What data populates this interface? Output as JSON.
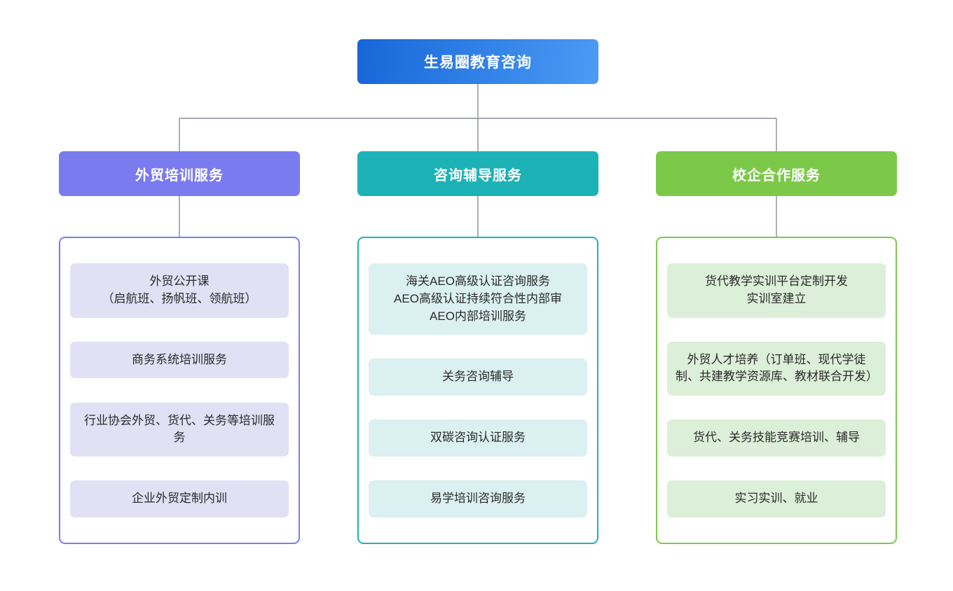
{
  "root": {
    "label": "生易圈教育咨询",
    "gradient_from": "#1666d8",
    "gradient_to": "#4c9bf5"
  },
  "connector_color": "#8a8f98",
  "columns": [
    {
      "id": "foreign-trade-training",
      "header": "外贸培训服务",
      "accent": "#7b7bf0",
      "leaf_bg": "#e2e0f5",
      "items": [
        "外贸公开课\n（启航班、扬帆班、领航班）",
        "商务系统培训服务",
        "行业协会外贸、货代、关务等培训服务",
        "企业外贸定制内训"
      ]
    },
    {
      "id": "consulting-tutoring",
      "header": "咨询辅导服务",
      "accent": "#1cb2b6",
      "leaf_bg": "#dbf0f0",
      "items": [
        "海关AEO高级认证咨询服务\nAEO高级认证持续符合性内部审\nAEO内部培训服务",
        "关务咨询辅导",
        "双碳咨询认证服务",
        "易学培训咨询服务"
      ]
    },
    {
      "id": "school-enterprise-cooperation",
      "header": "校企合作服务",
      "accent": "#7cc94a",
      "leaf_bg": "#dcefd8",
      "items": [
        "货代教学实训平台定制开发\n实训室建立",
        "外贸人才培养（订单班、现代学徒制、共建教学资源库、教材联合开发）",
        "货代、关务技能竞赛培训、辅导",
        "实习实训、就业"
      ]
    }
  ]
}
